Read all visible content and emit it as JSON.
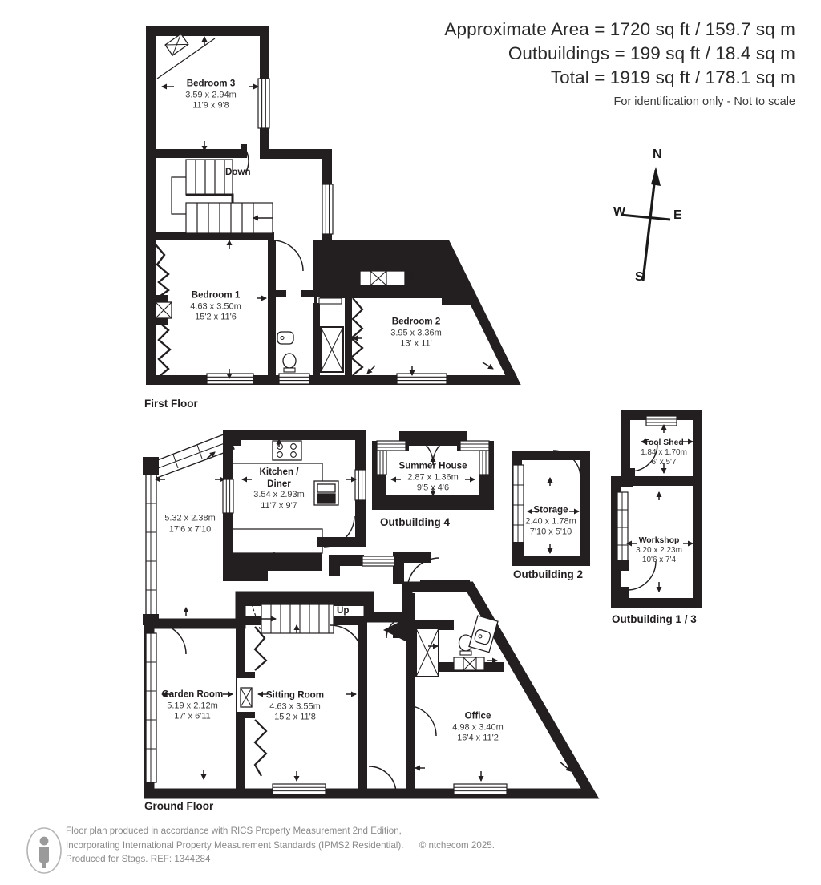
{
  "header": {
    "line1": "Approximate Area = 1720 sq ft / 159.7 sq m",
    "line2": "Outbuildings = 199 sq ft / 18.4 sq m",
    "line3": "Total = 1919 sq ft / 178.1 sq m",
    "disclaimer": "For identification only - Not to scale"
  },
  "captions": {
    "first_floor": "First Floor",
    "ground_floor": "Ground Floor",
    "outbuilding_4": "Outbuilding 4",
    "outbuilding_2": "Outbuilding 2",
    "outbuilding_1_3": "Outbuilding 1 / 3"
  },
  "stairs": {
    "down": "Down",
    "up": "Up"
  },
  "compass": {
    "north": "N",
    "east": "E",
    "south": "S",
    "west": "W"
  },
  "rooms": {
    "first_floor": [
      {
        "name": "Bedroom 3",
        "metric": "3.59 x 2.94m",
        "imperial": "11'9 x 9'8"
      },
      {
        "name": "Bedroom 1",
        "metric": "4.63 x 3.50m",
        "imperial": "15'2 x 11'6"
      },
      {
        "name": "Bedroom 2",
        "metric": "3.95 x 3.36m",
        "imperial": "13' x 11'"
      }
    ],
    "ground_floor": [
      {
        "name": "",
        "metric": "5.32 x 2.38m",
        "imperial": "17'6 x 7'10"
      },
      {
        "name": "Kitchen /",
        "name2": "Diner",
        "metric": "3.54 x 2.93m",
        "imperial": "11'7 x 9'7"
      },
      {
        "name": "Garden Room",
        "metric": "5.19 x 2.12m",
        "imperial": "17' x 6'11"
      },
      {
        "name": "Sitting Room",
        "metric": "4.63 x 3.55m",
        "imperial": "15'2 x 11'8"
      },
      {
        "name": "Office",
        "metric": "4.98 x 3.40m",
        "imperial": "16'4 x 11'2"
      }
    ],
    "outbuildings": [
      {
        "name": "Summer House",
        "metric": "2.87 x 1.36m",
        "imperial": "9'5 x 4'6"
      },
      {
        "name": "Storage",
        "metric": "2.40 x 1.78m",
        "imperial": "7'10 x 5'10"
      },
      {
        "name": "Tool Shed",
        "metric": "1.84 x 1.70m",
        "imperial": "6' x 5'7"
      },
      {
        "name": "Workshop",
        "metric": "3.20 x 2.23m",
        "imperial": "10'6 x 7'4"
      }
    ]
  },
  "footer": {
    "line1": "Floor plan produced in accordance with RICS Property Measurement 2nd Edition,",
    "line2": "Incorporating International Property Measurement Standards (IPMS2 Residential).",
    "copyright": "© ntchecom 2025.",
    "line3": "Produced for Stags.   REF: 1344284"
  },
  "colors": {
    "wall": "#231f20",
    "text": "#231f20",
    "dimension_text": "#3b3b3b",
    "footer_text": "#8a8a8a",
    "background": "#ffffff"
  }
}
